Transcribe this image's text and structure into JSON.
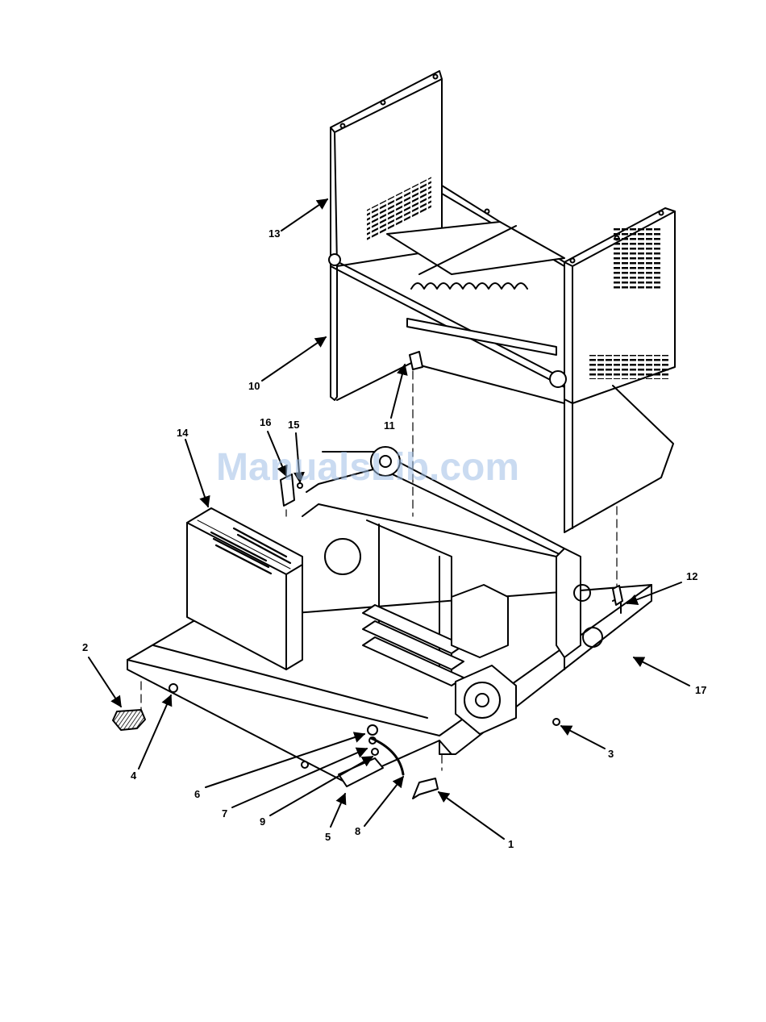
{
  "watermark": {
    "text": "ManualsLib.com",
    "color": "#9fbfe6"
  },
  "callouts": [
    {
      "id": "c1",
      "label": "1"
    },
    {
      "id": "c2",
      "label": "2"
    },
    {
      "id": "c3",
      "label": "3"
    },
    {
      "id": "c4",
      "label": "4"
    },
    {
      "id": "c5",
      "label": "5"
    },
    {
      "id": "c6",
      "label": "6"
    },
    {
      "id": "c7",
      "label": "7"
    },
    {
      "id": "c8",
      "label": "8"
    },
    {
      "id": "c9",
      "label": "9"
    },
    {
      "id": "c10",
      "label": "10"
    },
    {
      "id": "c11",
      "label": "11"
    },
    {
      "id": "c12",
      "label": "12"
    },
    {
      "id": "c13",
      "label": "13"
    },
    {
      "id": "c14",
      "label": "14"
    },
    {
      "id": "c15",
      "label": "15"
    },
    {
      "id": "c16",
      "label": "16"
    },
    {
      "id": "c17",
      "label": "17"
    }
  ],
  "colors": {
    "line": "#000000",
    "background": "#ffffff"
  }
}
